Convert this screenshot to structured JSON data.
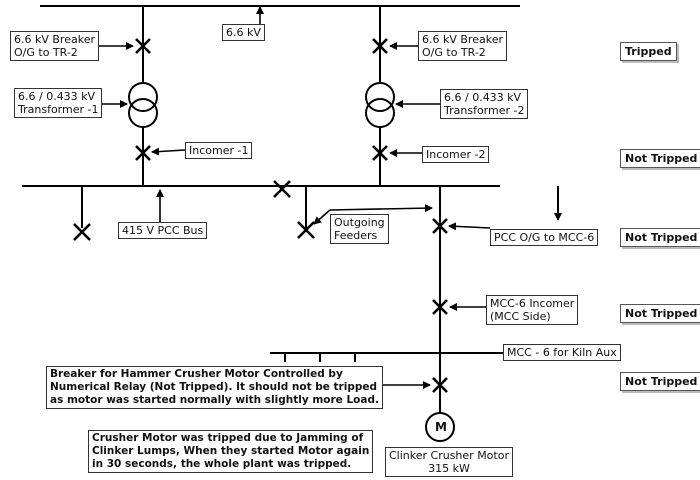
{
  "labels": {
    "bus_66kv": "6.6 kV",
    "breaker_left": "6.6 kV Breaker\nO/G to TR-2",
    "breaker_right": "6.6 kV Breaker\nO/G to TR-2",
    "transformer_left": "6.6 / 0.433 kV\nTransformer -1",
    "transformer_right": "6.6 / 0.433 kV\nTransformer -2",
    "incomer_left": "Incomer -1",
    "incomer_right": "Incomer -2",
    "pcc_bus": "415 V PCC Bus",
    "outgoing_feeders": "Outgoing\nFeeders",
    "pcc_og": "PCC O/G to MCC-6",
    "mcc_incomer": "MCC-6 Incomer\n(MCC Side)",
    "mcc_bus": "MCC - 6 for Kiln Aux",
    "hammer_note": "Breaker for Hammer Crusher Motor Controlled by\nNumerical Relay (Not Tripped). It should not be tripped\nas motor was started normally with slightly more Load.",
    "crusher_note": "Crusher Motor was tripped due to Jamming of\nClinker Lumps, When they started Motor again\nin 30 seconds, the whole plant was tripped.",
    "motor_symbol": "M",
    "motor_label": "Clinker Crusher Motor\n315 kW"
  },
  "status": {
    "row1": "Tripped",
    "row2": "Not Tripped",
    "row3": "Not Tripped",
    "row4": "Not Tripped",
    "row5": "Not Tripped"
  }
}
